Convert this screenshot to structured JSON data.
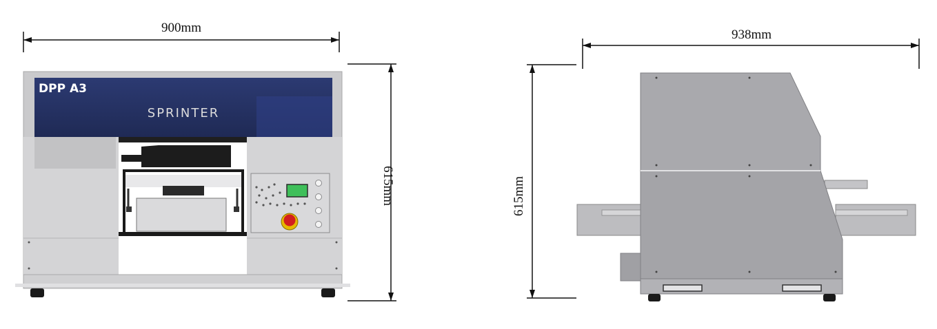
{
  "front_view": {
    "width_label": "900mm",
    "height_label": "615mm",
    "model_label": "DPP A3",
    "logo_label": "SPRINTER",
    "colors": {
      "body": "#c9c9cb",
      "top_band": "#28356a",
      "dark": "#1a1a1a",
      "lcd": "#3fbf5a",
      "stop_button": "#d21e1e",
      "stop_ring": "#e6b800"
    }
  },
  "side_view": {
    "depth_label": "938mm",
    "height_label": "615mm",
    "colors": {
      "body": "#a9a9ad",
      "tray": "#bdbdc0"
    }
  }
}
